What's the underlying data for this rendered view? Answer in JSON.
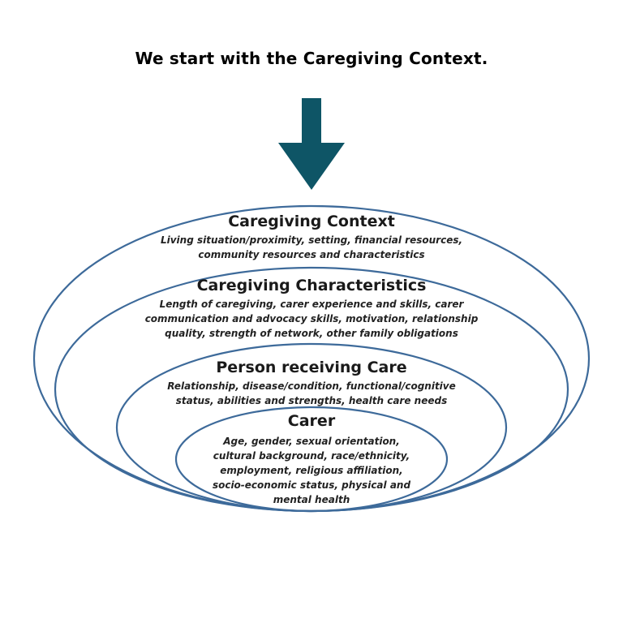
{
  "headline": "We start with the Caregiving Context.",
  "colors": {
    "arrow": "#0e5566",
    "ellipse_stroke": "#3d6a9a",
    "text": "#1a1a1a"
  },
  "layers": {
    "context": {
      "title": "Caregiving Context",
      "description": "Living situation/proximity, setting, financial resources,\ncommunity resources and characteristics"
    },
    "characteristics": {
      "title": "Caregiving Characteristics",
      "description": "Length of caregiving, carer experience and skills, carer\ncommunication and advocacy skills, motivation, relationship\nquality, strength of network, other family obligations"
    },
    "person": {
      "title": "Person receiving Care",
      "description": "Relationship, disease/condition, functional/cognitive\nstatus, abilities and strengths, health care needs"
    },
    "carer": {
      "title": "Carer",
      "description": "Age, gender, sexual orientation,\ncultural background, race/ethnicity,\nemployment, religious affiliation,\nsocio-economic status, physical and\nmental health"
    }
  }
}
